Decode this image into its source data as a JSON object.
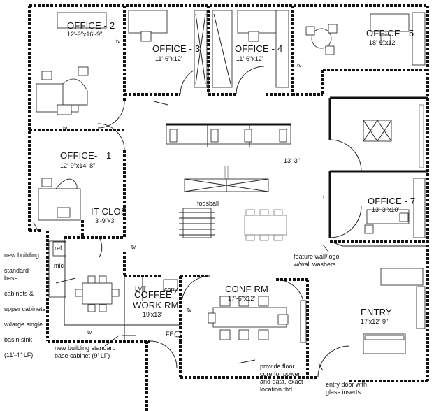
{
  "rooms": {
    "office2": {
      "name": "OFFICE - 2",
      "dims": "12'-9\"x16'-9\""
    },
    "office3": {
      "name": "OFFICE - 3",
      "dims": "11'-6\"x12'"
    },
    "office4": {
      "name": "OFFICE - 4",
      "dims": "11'-6\"x12'"
    },
    "office5": {
      "name": "OFFICE - 5",
      "dims": "18'-9\"x12'"
    },
    "office1": {
      "name": "OFFICE-",
      "number": "1",
      "dims": "12'-9\"x14'-8\""
    },
    "office7": {
      "name": "OFFICE - 7",
      "dims": "13'-3\"x10'"
    },
    "itclos": {
      "name": "IT CLOS",
      "dims": "3'-9\"x3'"
    },
    "coffee": {
      "name_line1": "COFFEE",
      "name_line2": "WORK RM",
      "dims": "19'x13'"
    },
    "conf": {
      "name": "CONF  RM",
      "dims": "17'-6\"x12'"
    },
    "entry": {
      "name": "ENTRY",
      "dims": "17'x12'-9\""
    }
  },
  "labels": {
    "foosball": "foosball",
    "ref": "ref",
    "mic": "mic",
    "lvt": "LVT",
    "copy": "copy",
    "fe": "FE",
    "dim_fragment": "13'-3\"",
    "t_mark": "t",
    "tv": "tv"
  },
  "notes": {
    "cabinets_left_l1": "new building",
    "cabinets_left_l2": "standard",
    "cabinets_left_l2b": "base",
    "cabinets_left_l3": "cabinets &",
    "cabinets_left_l4": "upper cabinets",
    "cabinets_left_l5": "w/large single",
    "cabinets_left_l6": "basin sink",
    "cabinets_left_l7": "(11'-4\" LF)",
    "cabinets_bottom": "new building standard\nbase cabinet (9' LF)",
    "feature_wall": "feature  wall/logo\nw/wall washers",
    "floor_core": "provide floor\ncore for power\nand data, exact\nlocation tbd",
    "entry_door": "entry door with\nglass  inserts"
  }
}
